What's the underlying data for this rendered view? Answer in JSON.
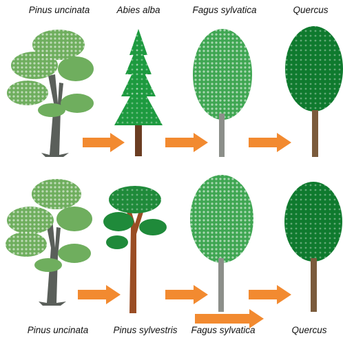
{
  "colors": {
    "arrow": "#f28a30",
    "pine_foliage": "#6fae5e",
    "pine_foliage_light": "#a9d39b",
    "pine_trunk": "#5a5f5a",
    "fir_foliage": "#1d9a3f",
    "fir_trunk": "#6b3d22",
    "beech_foliage": "#3fa652",
    "beech_foliage_light": "#9fd59a",
    "beech_trunk": "#8c8f8a",
    "oak_foliage": "#0f7a2e",
    "oak_trunk": "#7b5b3c",
    "scots_foliage": "#1f8a3a",
    "scots_trunk": "#9a4d24"
  },
  "top_row": {
    "labels": [
      "Pinus uncinata",
      "Abies alba",
      "Fagus sylvatica",
      "Quercus"
    ]
  },
  "bottom_row": {
    "labels": [
      "Pinus uncinata",
      "Pinus sylvestris",
      "Fagus sylvatica",
      "Quercus"
    ]
  }
}
